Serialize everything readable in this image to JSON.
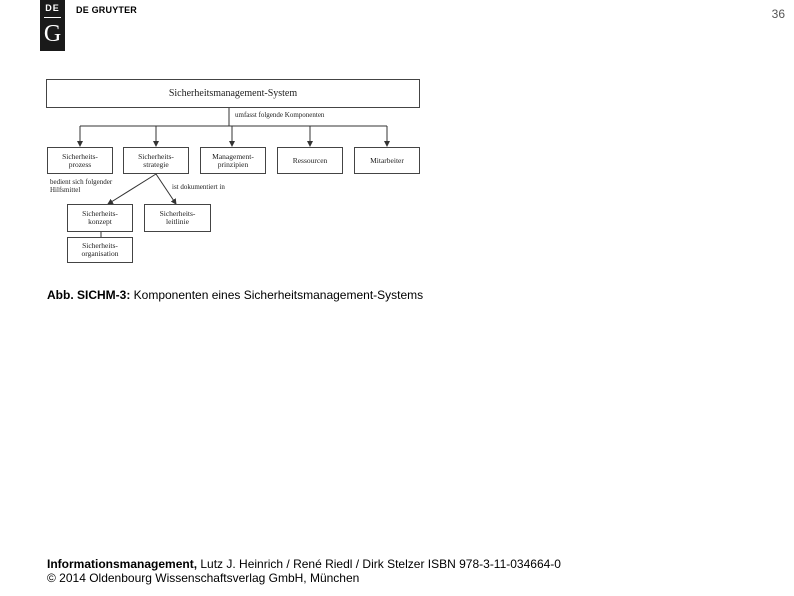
{
  "header": {
    "logo_top": "DE",
    "logo_bottom": "G",
    "publisher": "DE GRUYTER",
    "page_number": "36"
  },
  "diagram": {
    "root": "Sicherheitsmanagement-System",
    "root_edge_label": "umfasst folgende Komponenten",
    "components": [
      "Sicherheits-prozess",
      "Sicherheits-strategie",
      "Management-prinzipien",
      "Ressourcen",
      "Mitarbeiter"
    ],
    "component_lines": [
      [
        "Sicherheits-",
        "prozess"
      ],
      [
        "Sicherheits-",
        "strategie"
      ],
      [
        "Management-",
        "prinzipien"
      ],
      [
        "Ressourcen"
      ],
      [
        "Mitarbeiter"
      ]
    ],
    "left_edge_label": [
      "bedient sich folgender",
      "Hilfsmittel"
    ],
    "right_edge_label": "ist dokumentiert in",
    "sub_boxes": [
      [
        "Sicherheits-",
        "konzept"
      ],
      [
        "Sicherheits-",
        "leitlinie"
      ],
      [
        "Sicherheits-",
        "organisation"
      ]
    ]
  },
  "caption": {
    "label": "Abb. SICHM-3:",
    "text": " Komponenten eines Sicherheitsmanagement-Systems"
  },
  "footer": {
    "title": "Informationsmanagement,",
    "authors": " Lutz J. Heinrich / René Riedl / Dirk Stelzer ISBN 978-3-11-034664-0",
    "copyright": "© 2014 Oldenbourg Wissenschaftsverlag GmbH, München"
  }
}
